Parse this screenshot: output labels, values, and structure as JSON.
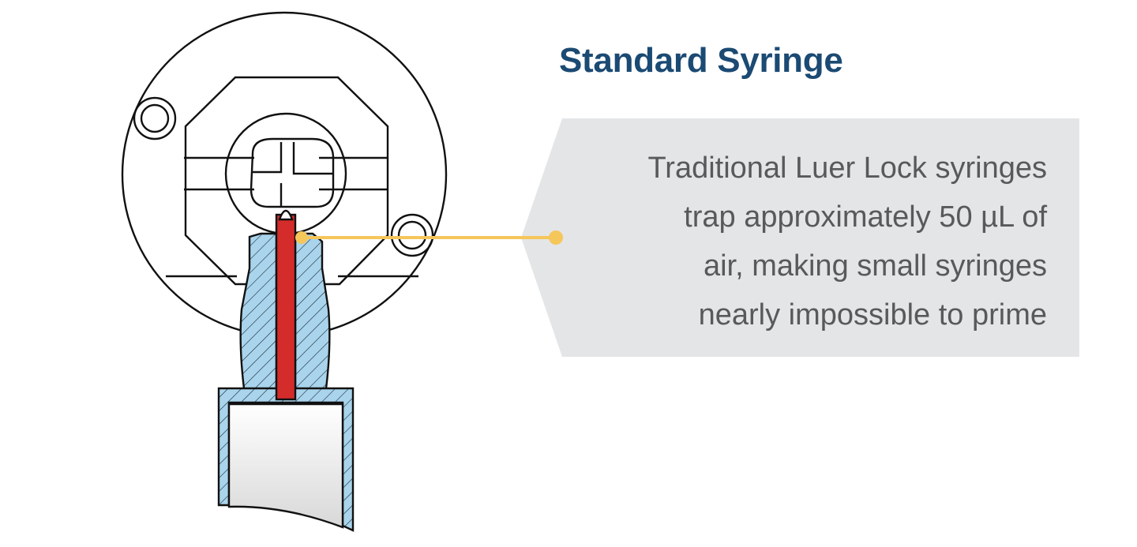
{
  "title": "Standard Syringe",
  "callout": {
    "lines": [
      "Traditional Luer Lock syringes",
      "trap approximately 50 µL of",
      "air, making small syringes",
      "nearly impossible to prime"
    ]
  },
  "colors": {
    "title": "#1b4a73",
    "callout_bg": "#e4e5e6",
    "callout_text": "#58595b",
    "leader_line": "#f5c65a",
    "trapped_air": "#d42b2b",
    "syringe_body": "#a9d4ec",
    "outline": "#111111"
  }
}
